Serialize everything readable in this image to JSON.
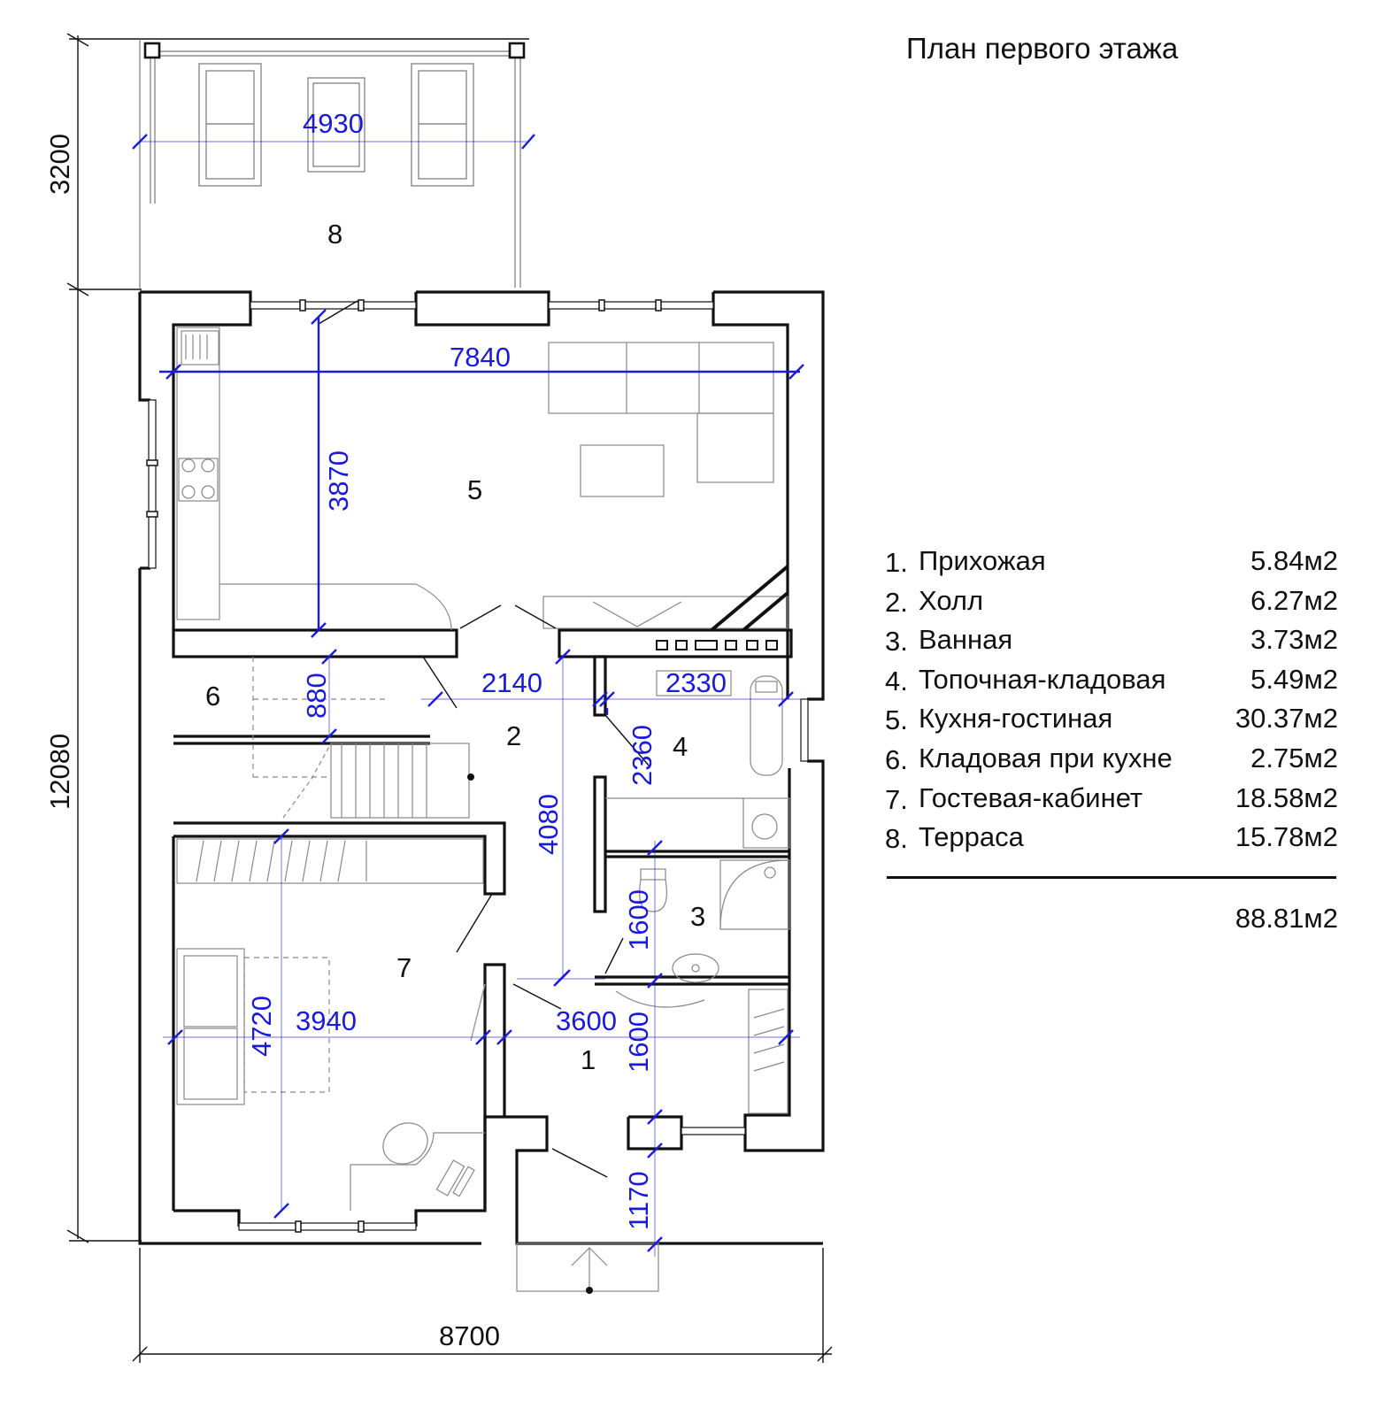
{
  "title": "План первого этажа",
  "colors": {
    "wall": "#111111",
    "dimension_blue": "#1a1adc",
    "furniture": "#888888"
  },
  "rooms": [
    {
      "num": "1.",
      "name": "Прихожая",
      "area": "5.84м2",
      "label": "1"
    },
    {
      "num": "2.",
      "name": "Холл",
      "area": "6.27м2",
      "label": "2"
    },
    {
      "num": "3.",
      "name": "Ванная",
      "area": "3.73м2",
      "label": "3"
    },
    {
      "num": "4.",
      "name": "Топочная-кладовая",
      "area": "5.49м2",
      "label": "4"
    },
    {
      "num": "5.",
      "name": "Кухня-гостиная",
      "area": "30.37м2",
      "label": "5"
    },
    {
      "num": "6.",
      "name": "Кладовая при кухне",
      "area": "2.75м2",
      "label": "6"
    },
    {
      "num": "7.",
      "name": "Гостевая-кабинет",
      "area": "18.58м2",
      "label": "7"
    },
    {
      "num": "8.",
      "name": "Терраса",
      "area": "15.78м2",
      "label": "8"
    }
  ],
  "total_area": "88.81м2",
  "outer_dimensions": {
    "width": "8700",
    "height": "12080",
    "terrace_depth": "3200"
  },
  "inner_dimensions": {
    "terrace_width": "4930",
    "kitchen_width": "7840",
    "kitchen_depth": "3870",
    "pantry_depth": "880",
    "hall_width": "2140",
    "boiler_width": "2330",
    "boiler_depth": "2360",
    "hall_depth": "4080",
    "bath_depth": "1600",
    "entry_depth": "1600",
    "guest_depth": "4720",
    "guest_width": "3940",
    "entry_width": "3600",
    "porch_depth": "1170"
  }
}
